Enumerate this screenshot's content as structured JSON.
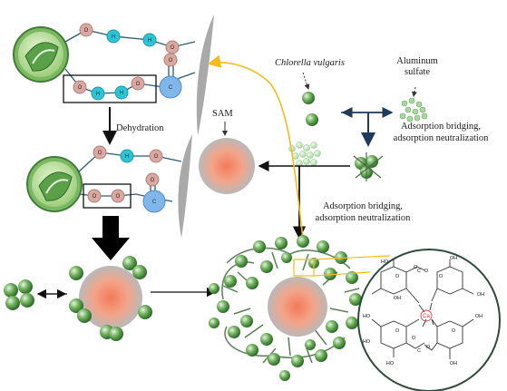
{
  "labels": {
    "dehydration": "Dehydration",
    "sam": "SAM",
    "chlorella": "Chlorella vulgaris",
    "aluminum_line1": "Aluminum",
    "aluminum_line2": "sulfate",
    "bridging_right_line1": "Adsorption bridging,",
    "bridging_right_line2": "adsorption neutralization",
    "bridging_mid_line1": "Adsorption bridging,",
    "bridging_mid_line2": "adsorption neutralization"
  },
  "atoms": {
    "O": "O",
    "H": "H",
    "C": "C",
    "Ca": "Ca",
    "OH": "OH",
    "HO": "HO"
  },
  "colors": {
    "oxygen": "#d9a8a0",
    "hydrogen": "#2ec4d6",
    "carbon": "#7fb7e8",
    "algae": "#5f9e4f",
    "algae_dark": "#2f6b2a",
    "sam_gray": "#a9a9a9",
    "orange_core": "#f59a78",
    "yellow_arrow": "#f2bb1e",
    "bond": "#2b5a78"
  }
}
